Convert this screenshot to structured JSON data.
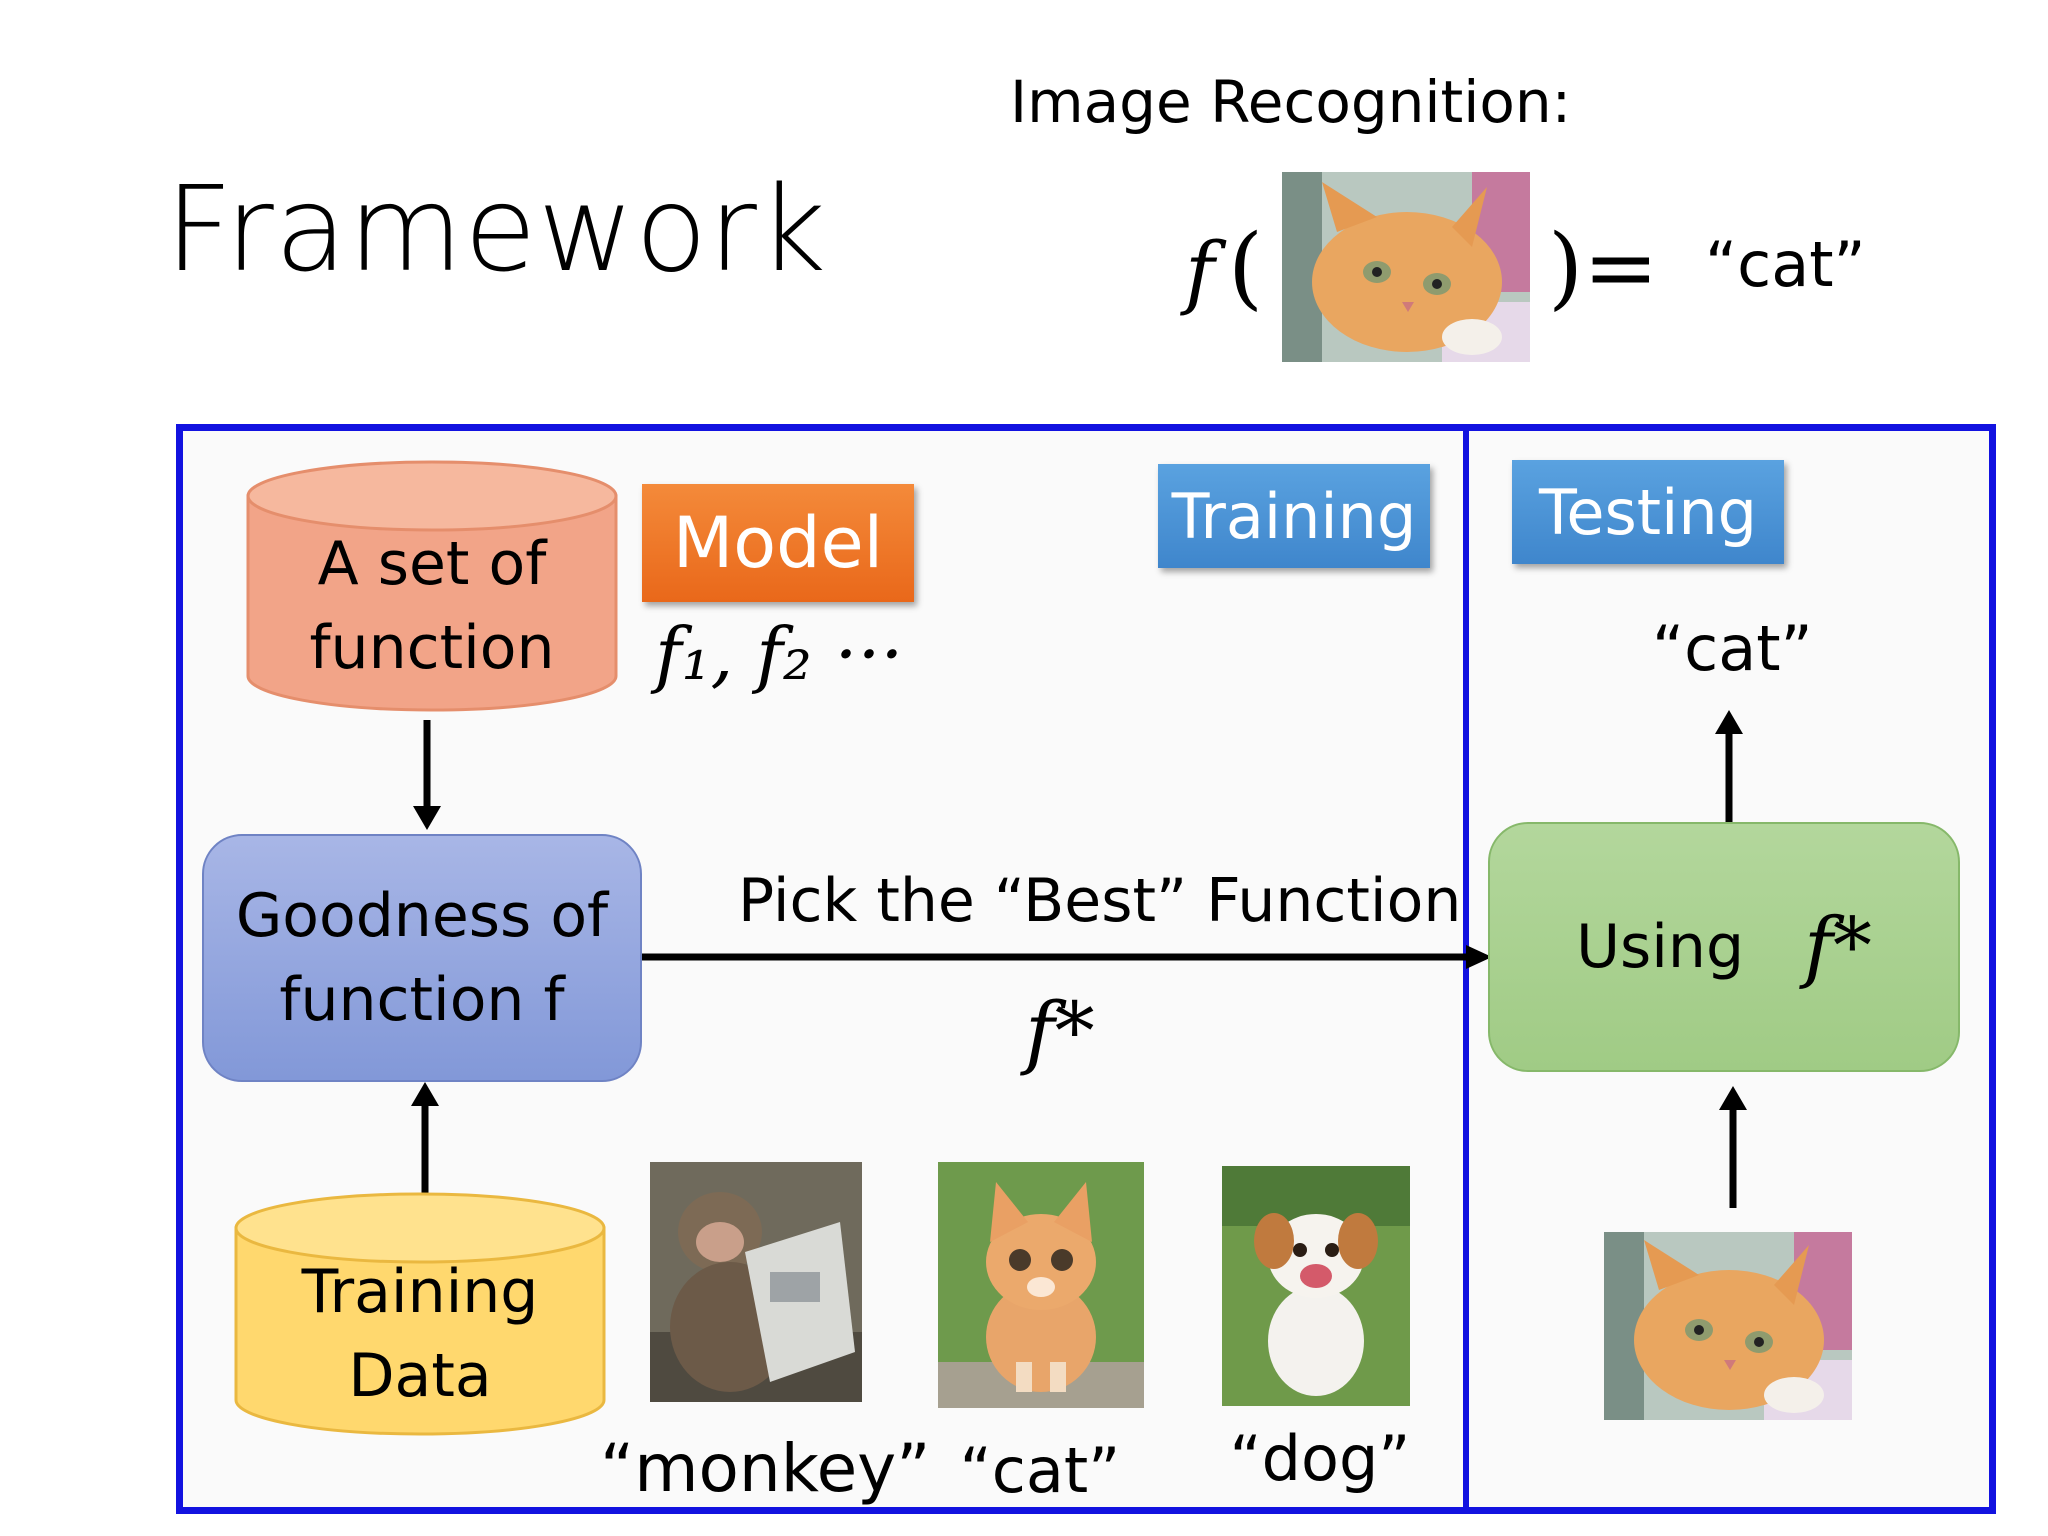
{
  "slide": {
    "title": "Framework",
    "image_recognition_label": "Image Recognition:",
    "formula_f": "f",
    "formula_open": "(",
    "formula_close": ")=",
    "formula_result": "“cat”"
  },
  "training": {
    "tag": "Training",
    "model_tag": "Model",
    "function_set_line1": "A set of",
    "function_set_line2": "function",
    "functions_symbol": "f₁, f₂ ···",
    "goodness_line1": "Goodness of",
    "goodness_line2": "function f",
    "training_data_line1": "Training",
    "training_data_line2": "Data",
    "pick_label": "Pick the “Best” Function",
    "best_symbol": "f*",
    "samples": [
      {
        "label": "“monkey”"
      },
      {
        "label": "“cat”"
      },
      {
        "label": "“dog”"
      }
    ]
  },
  "testing": {
    "tag": "Testing",
    "using_label": "Using",
    "using_symbol": "f*",
    "output_label": "“cat”"
  },
  "colors": {
    "panel_border": "#1212e0",
    "model_orange": "#ec7424",
    "tag_blue": "#4a90d6",
    "cylinder_salmon": "#f2a488",
    "cylinder_yellow": "#ffd86e",
    "goodness_blue": "#8fa3dc",
    "using_green": "#a9d18e"
  }
}
